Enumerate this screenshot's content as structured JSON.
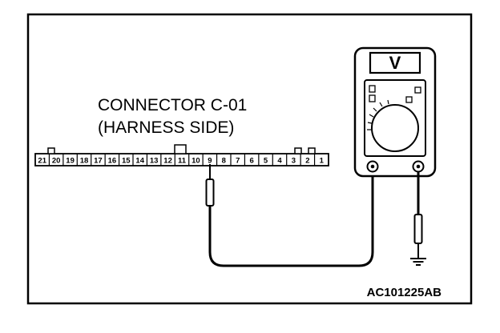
{
  "connector": {
    "title_line1": "CONNECTOR C-01",
    "title_line2": "(HARNESS SIDE)",
    "pins": [
      "21",
      "20",
      "19",
      "18",
      "17",
      "16",
      "15",
      "14",
      "13",
      "12",
      "11",
      "10",
      "9",
      "8",
      "7",
      "6",
      "5",
      "4",
      "3",
      "2",
      "1"
    ],
    "probed_pin": "9"
  },
  "meter": {
    "display_symbol": "V"
  },
  "figure_code": "AC101225AB",
  "colors": {
    "line": "#000000",
    "background": "#ffffff"
  }
}
